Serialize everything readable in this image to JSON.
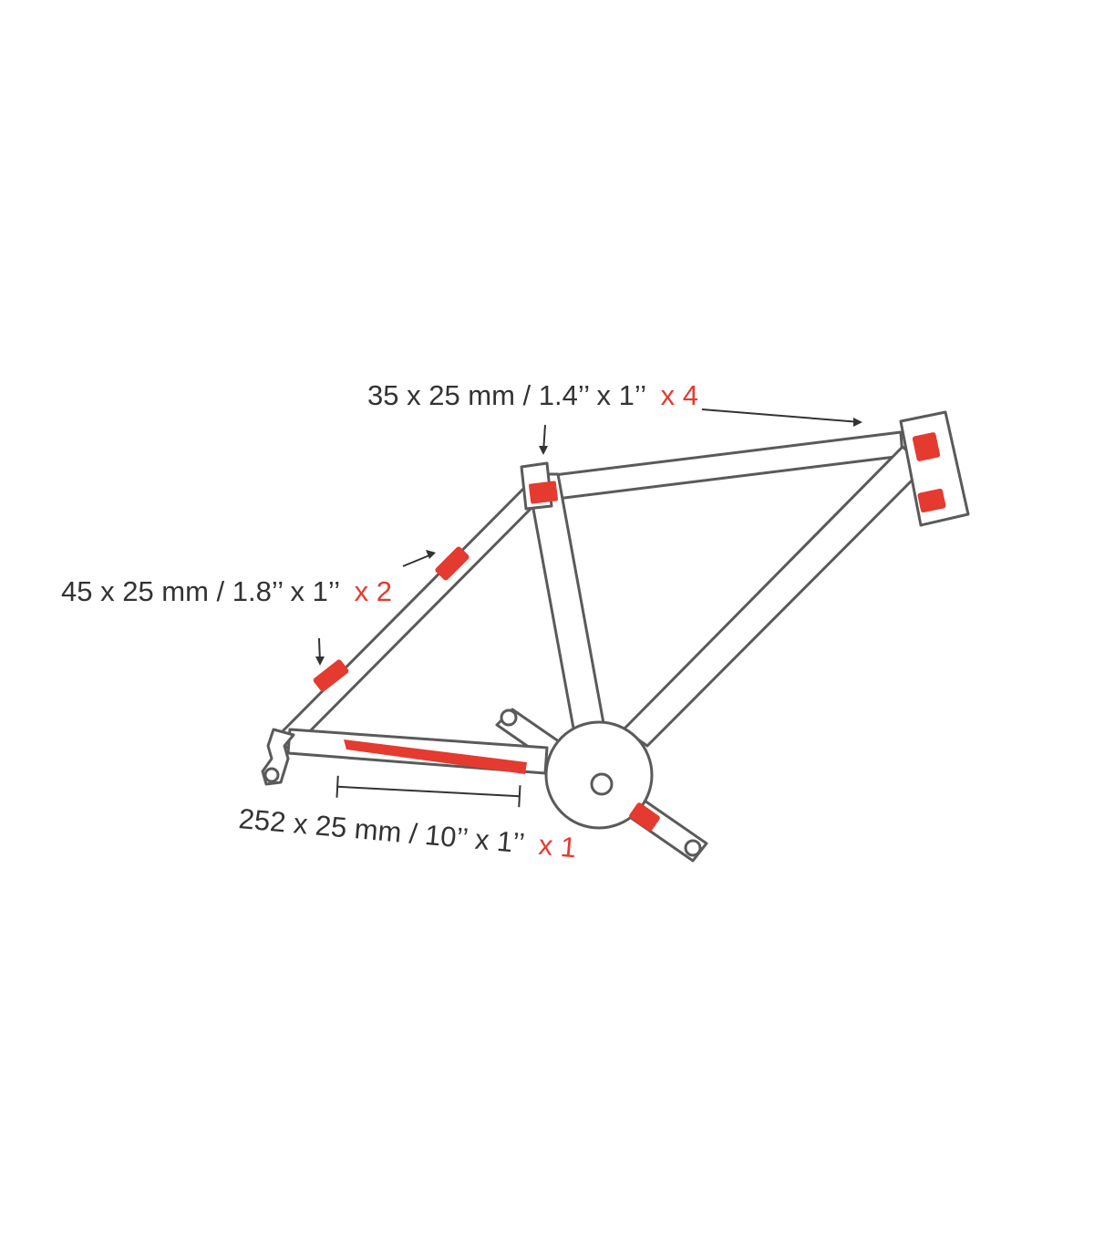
{
  "colors": {
    "background": "#ffffff",
    "outline": "#5a5a5a",
    "patch": "#e53a2f",
    "text": "#333333"
  },
  "labels": {
    "top": {
      "size": "35 x 25 mm / 1.4’’ x 1’’",
      "qty": "x 4"
    },
    "left": {
      "size": "45 x 25 mm / 1.8’’ x 1’’",
      "qty": "x 2"
    },
    "bottom": {
      "size": "252 x 25 mm / 10’’ x 1’’",
      "qty": "x 1"
    }
  }
}
